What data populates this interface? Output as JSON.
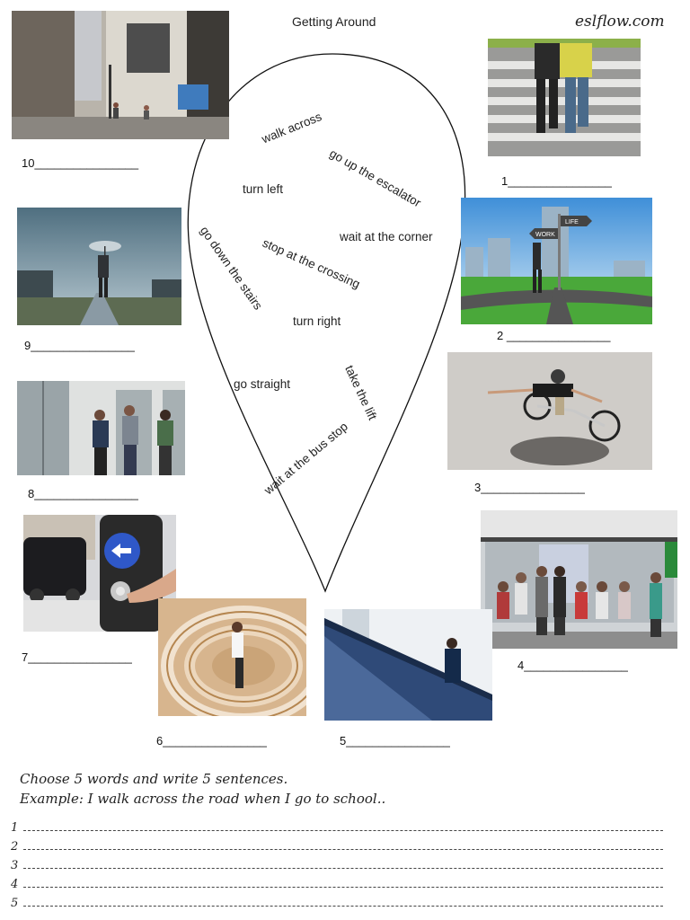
{
  "header": {
    "title": "Getting Around",
    "brand": "eslflow.com"
  },
  "phrases": [
    "walk across",
    "go up the escalator",
    "turn left",
    "wait at the corner",
    "stop at the crossing",
    "go down the stairs",
    "turn right",
    "take the lift",
    "go straight",
    "wait at the bus stop"
  ],
  "photo_labels": {
    "p1": "1________________",
    "p2": "2 ________________",
    "p3": "3________________",
    "p4": "4________________",
    "p5": "5________________",
    "p6": "6________________",
    "p7": "7________________",
    "p8": "8________________",
    "p9": "9________________",
    "p10": "10________________"
  },
  "sign_labels": {
    "work": "WORK",
    "life": "LIFE"
  },
  "instructions": {
    "line1": "Choose 5 words and write 5 sentences.",
    "line2": "Example: I walk across the road when I go to school.."
  },
  "writing_lines": [
    "1",
    "2",
    "3",
    "4",
    "5"
  ]
}
